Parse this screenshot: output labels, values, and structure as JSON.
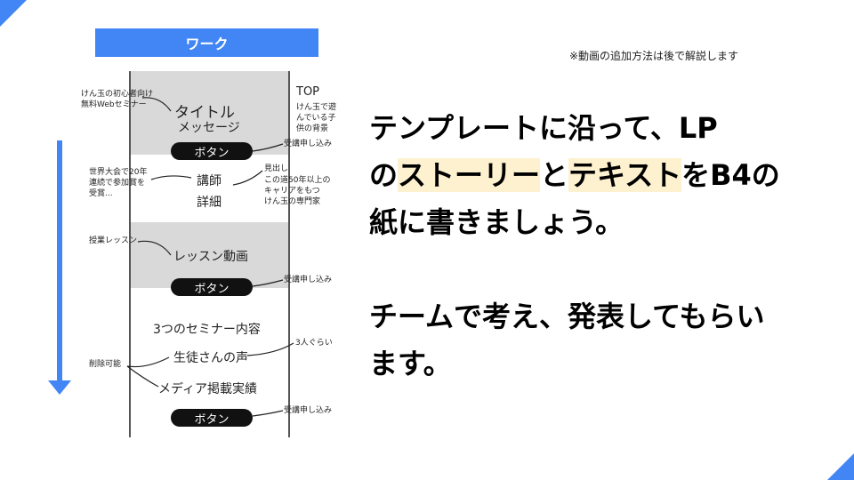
{
  "header": {
    "work_label": "ワーク",
    "note": "※動画の追加方法は後で解説します"
  },
  "wireframe": {
    "sections": {
      "title": "タイトル",
      "message": "メッセージ",
      "instructor": "講師",
      "details": "詳細",
      "lesson_video": "レッスン動画",
      "seminar": "3つのセミナー内容",
      "voices": "生徒さんの声",
      "media": "メディア掲載実績"
    },
    "button_label": "ボタン",
    "annotations": {
      "left_title_1": "けん玉の初心者向け",
      "left_title_2": "無料Webセミナー",
      "right_top": "TOP",
      "right_top_desc_1": "けん玉で遊",
      "right_top_desc_2": "んでいる子",
      "right_top_desc_3": "供の背景",
      "signup_1": "受講申し込み",
      "left_instructor_1": "世界大会で20年",
      "left_instructor_2": "連続で参加賞を",
      "left_instructor_3": "受賞...",
      "right_heading": "見出し",
      "right_career_1": "この道50年以上の",
      "right_career_2": "キャリアをもつ",
      "right_career_3": "けん玉の専門家",
      "left_lesson": "授業レッスン",
      "signup_2": "受講申し込み",
      "right_voices": "3人ぐらい",
      "left_deletable": "削除可能",
      "signup_3": "受講申し込み"
    }
  },
  "instructions": {
    "line1": "テンプレートに沿って、LP",
    "line2_a": "の",
    "line2_b": "ストーリー",
    "line2_c": "と",
    "line2_d": "テキスト",
    "line2_e": "をB4の",
    "line3": "紙に書きましょう。",
    "line4": "チームで考え、発表してもらい",
    "line5": "ます。"
  },
  "colors": {
    "accent": "#4285f4",
    "highlight": "#fdf1cf",
    "band": "#d9d9d9"
  }
}
